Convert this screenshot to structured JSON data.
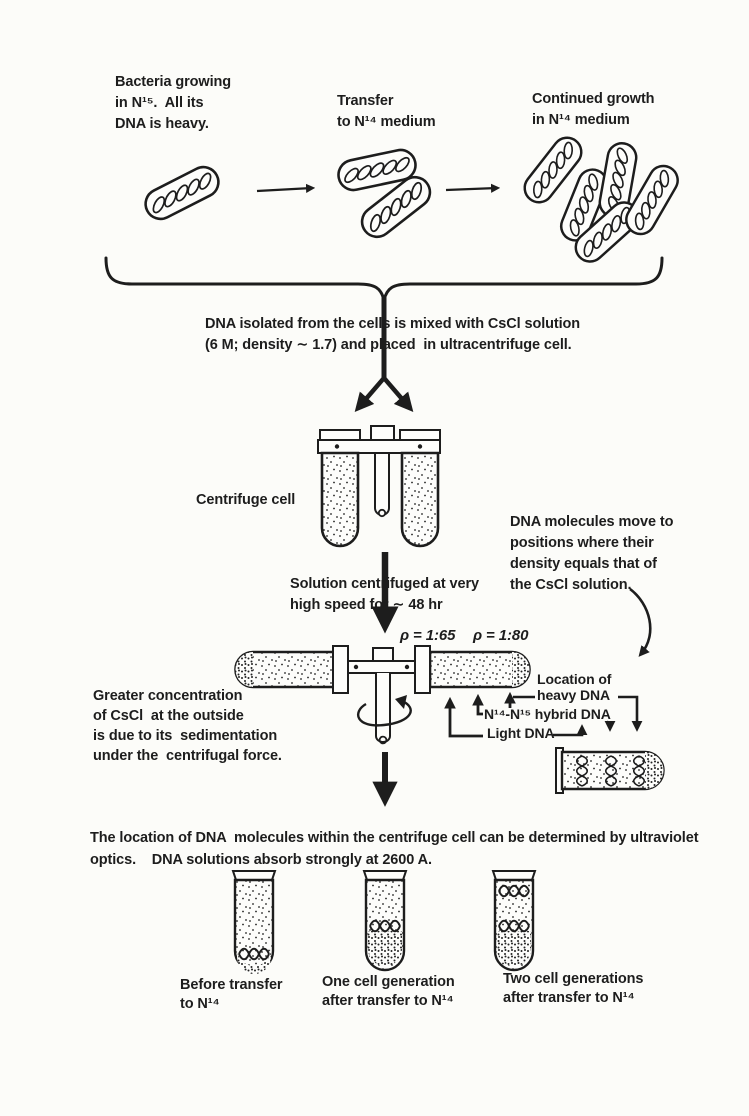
{
  "colors": {
    "paper": "#fcfcf9",
    "ink": "#1d1d1d"
  },
  "labels": {
    "grow": "Bacteria growing\nin N¹⁵.  All its\nDNA is heavy.",
    "transfer": "Transfer\nto N¹⁴ medium",
    "continued": "Continued growth\nin N¹⁴ medium",
    "mixing": "DNA isolated from the cells is mixed with CsCl solution\n(6 M; density ∼ 1.7) and placed  in ultracentrifuge cell.",
    "cell": "Centrifuge cell",
    "move": "DNA molecules move to\npositions where their\ndensity equals that of\nthe CsCl solution.",
    "spin": "Solution centrifuged at very\nhigh speed for ∼ 48 hr",
    "rho_inner": "ρ = 1:65",
    "rho_outer": "ρ = 1:80",
    "gradient": "Greater concentration\nof CsCl  at the outside\nis due to its  sedimentation\nunder the  centrifugal force.",
    "heavy": "Location of\nheavy DNA",
    "hybrid": "N¹⁴-N¹⁵ hybrid DNA",
    "light": "Light DNA",
    "uv": "The location of DNA  molecules within the centrifuge cell can be determined by ultraviolet\noptics.    DNA solutions absorb strongly at 2600 A."
  },
  "result_tubes": [
    {
      "label": "Before transfer\nto N¹⁴",
      "band_positions": [
        "bottom"
      ]
    },
    {
      "label": "One cell generation\nafter transfer to N¹⁴",
      "band_positions": [
        "middle"
      ]
    },
    {
      "label": "Two cell generations\nafter transfer to N¹⁴",
      "band_positions": [
        "top",
        "middle"
      ]
    }
  ]
}
